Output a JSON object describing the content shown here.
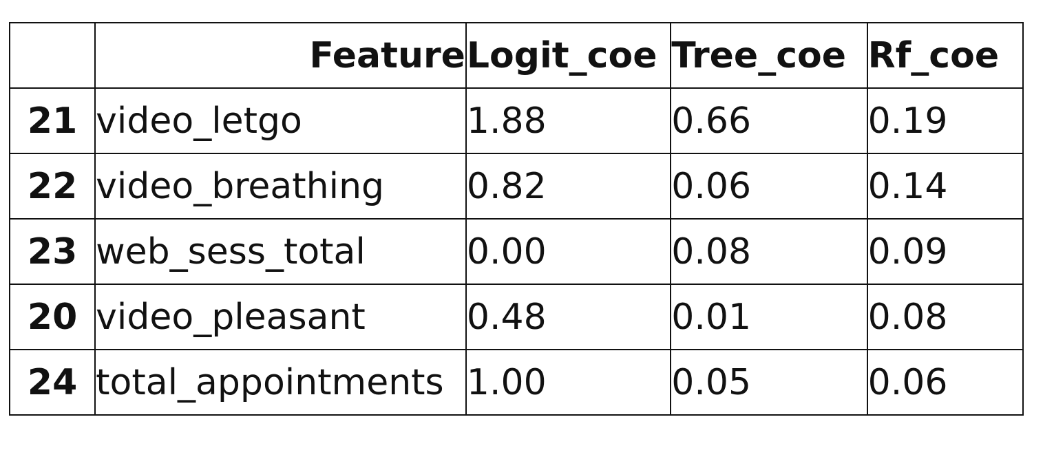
{
  "table": {
    "headers": {
      "index": "",
      "feature": "Feature",
      "logit": "Logit_coe",
      "tree": "Tree_coe",
      "rf": "Rf_coe"
    },
    "rows": [
      {
        "index": "21",
        "feature": "video_letgo",
        "logit": "1.88",
        "tree": "0.66",
        "rf": "0.19"
      },
      {
        "index": "22",
        "feature": "video_breathing",
        "logit": "0.82",
        "tree": "0.06",
        "rf": "0.14"
      },
      {
        "index": "23",
        "feature": "web_sess_total",
        "logit": "0.00",
        "tree": "0.08",
        "rf": "0.09"
      },
      {
        "index": "20",
        "feature": "video_pleasant",
        "logit": "0.48",
        "tree": "0.01",
        "rf": "0.08"
      },
      {
        "index": "24",
        "feature": "total_appointments",
        "logit": "1.00",
        "tree": "0.05",
        "rf": "0.06"
      }
    ]
  }
}
